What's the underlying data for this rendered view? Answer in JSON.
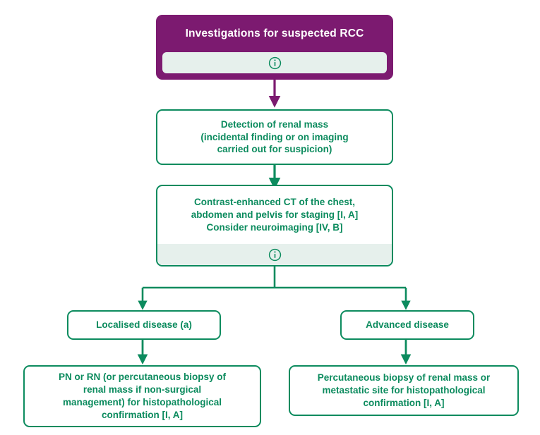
{
  "diagram": {
    "title": "Investigations for suspected RCC",
    "colors": {
      "header_purple": "#7C1A70",
      "accent_green": "#0C8B5E",
      "info_strip_bg": "#E6F0EC",
      "page_background": "#FFFFFF",
      "header_text": "#FFFFFF"
    },
    "nodes": [
      {
        "id": "header",
        "name": "investigations-header",
        "text": "Investigations for suspected RCC",
        "has_info_icon": true,
        "info_icon": "information-icon"
      },
      {
        "id": "detection",
        "name": "detection-of-renal-mass",
        "text": "Detection of renal mass\n(incidental finding or on imaging\ncarried out for suspicion)",
        "has_info_icon": false
      },
      {
        "id": "staging",
        "name": "contrast-enhanced-ct-staging",
        "text": "Contrast-enhanced CT of the chest,\nabdomen and pelvis for staging [I, A]\nConsider neuroimaging [IV, B]",
        "has_info_icon": true,
        "info_icon": "information-icon"
      },
      {
        "id": "localised",
        "name": "localised-disease",
        "text": "Localised disease (a)",
        "has_info_icon": false
      },
      {
        "id": "advanced",
        "name": "advanced-disease",
        "text": "Advanced disease",
        "has_info_icon": false
      },
      {
        "id": "localised-treatment",
        "name": "localised-disease-treatment",
        "text": "PN or RN (or percutaneous biopsy of\nrenal mass if non-surgical\nmanagement) for histopathological\nconfirmation [I, A]",
        "has_info_icon": false
      },
      {
        "id": "advanced-treatment",
        "name": "advanced-disease-treatment",
        "text": "Percutaneous biopsy of renal mass or\nmetastatic site for histopathological\nconfirmation [I, A]",
        "has_info_icon": false
      }
    ],
    "connectors": [
      {
        "from": "header",
        "to": "detection",
        "color": "#7C1A70",
        "style": "straight-arrow"
      },
      {
        "from": "detection",
        "to": "staging",
        "color": "#0C8B5E",
        "style": "straight-arrow"
      },
      {
        "from": "staging",
        "to": "localised",
        "color": "#0C8B5E",
        "style": "branch-arrow"
      },
      {
        "from": "staging",
        "to": "advanced",
        "color": "#0C8B5E",
        "style": "branch-arrow"
      },
      {
        "from": "localised",
        "to": "localised-treatment",
        "color": "#0C8B5E",
        "style": "straight-arrow"
      },
      {
        "from": "advanced",
        "to": "advanced-treatment",
        "color": "#0C8B5E",
        "style": "straight-arrow"
      }
    ]
  }
}
